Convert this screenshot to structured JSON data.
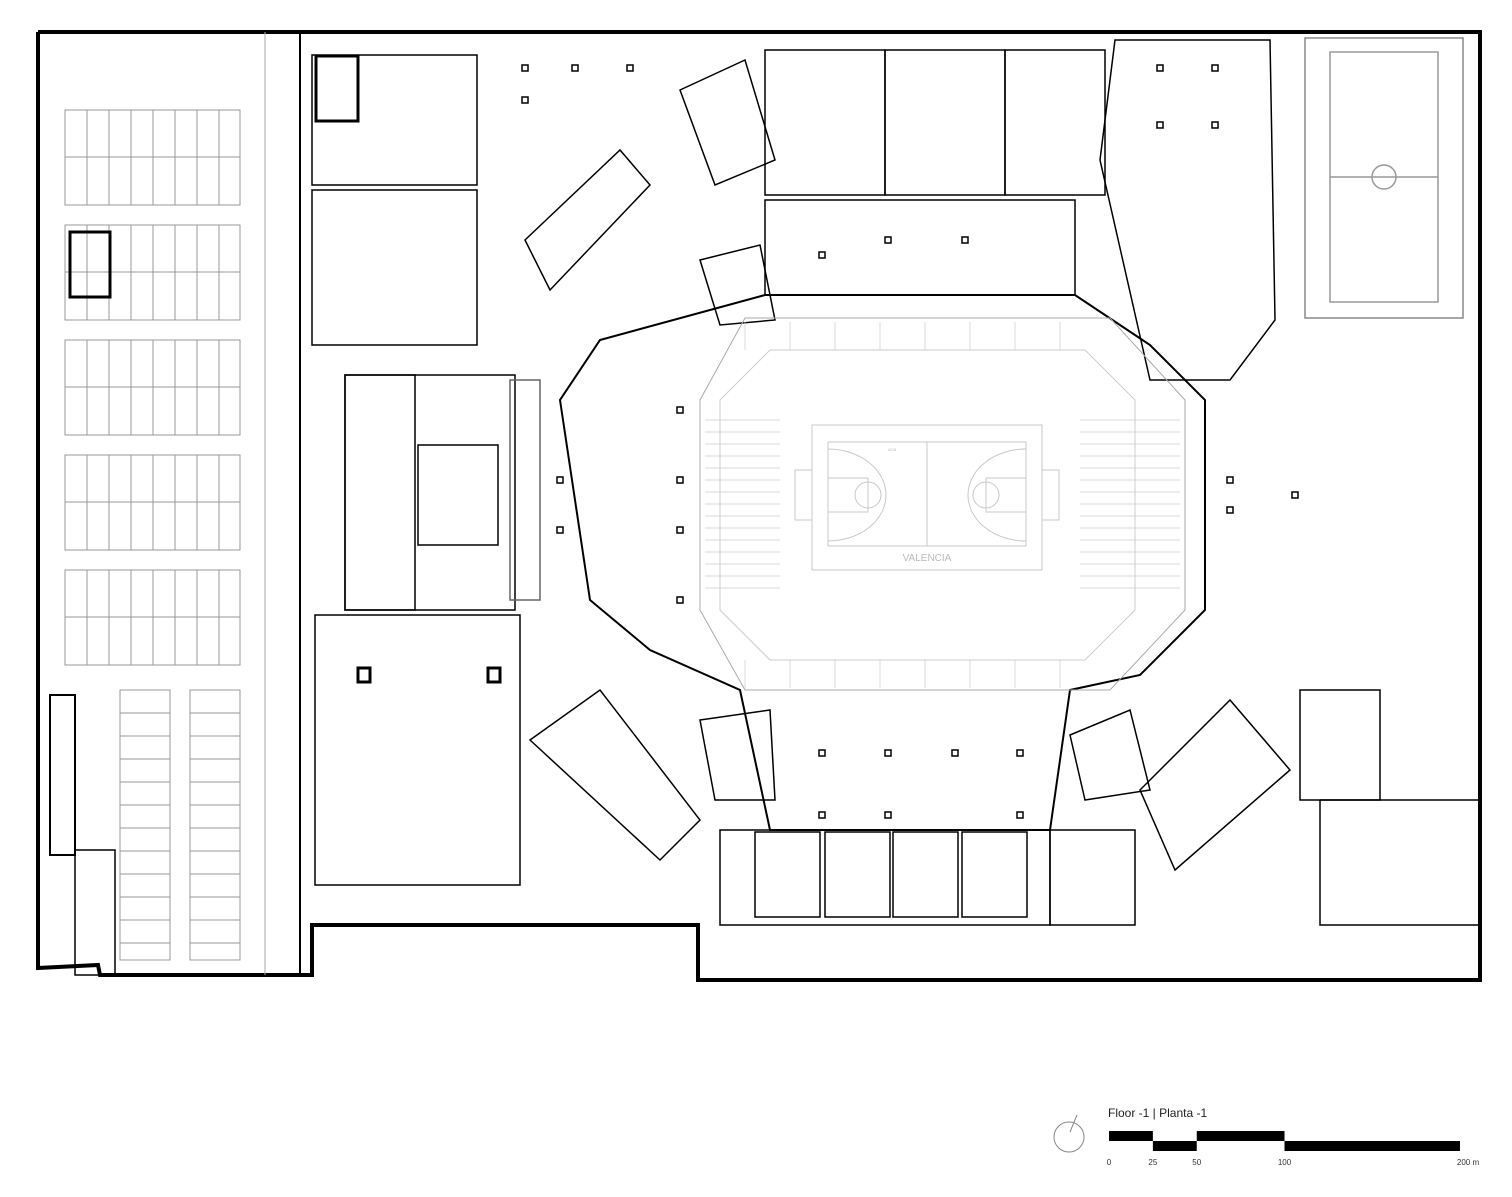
{
  "plan": {
    "court_label": "VALENCIA",
    "court_sublabel": "ACB",
    "colors": {
      "wall": "#000000",
      "thin": "#555555",
      "light": "#bbbbbb",
      "court": "#cccccc"
    }
  },
  "legend": {
    "title": "Floor -1 | Planta -1",
    "north_icon": "north-arrow-icon",
    "scale_ticks": [
      {
        "value": 0,
        "label": "0"
      },
      {
        "value": 25,
        "label": "25"
      },
      {
        "value": 50,
        "label": "50"
      },
      {
        "value": 100,
        "label": "100"
      },
      {
        "value": 200,
        "label": "200 m"
      }
    ]
  }
}
